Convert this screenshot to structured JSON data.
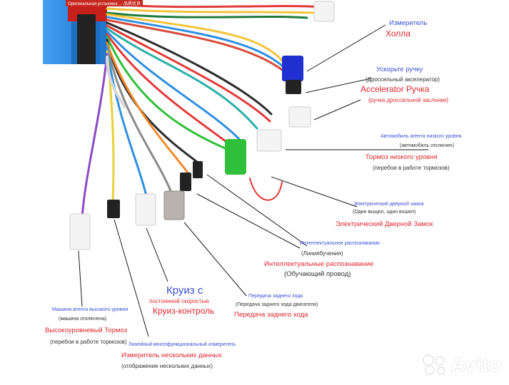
{
  "banner": "Оригинальная установка ... 品质优良",
  "labels": {
    "hall_small": "Измеритель",
    "hall_big": "Холла",
    "throttle_ru": "Ускорьте ручку",
    "throttle_paren": "(Дроссельный акселератор)",
    "throttle_big": "Accelerator Ручка",
    "throttle_sub": "(ручка дроссельной заслонки)",
    "lowbrake_tiny": "Автомобиль агента низкого уровня",
    "lowbrake_paren": "(автомобиль отключен)",
    "lowbrake_main": "Тормоз низкого уровня",
    "lowbrake_sub": "(перебои в работе тормозов)",
    "door_tiny": "Электрический дверной замок",
    "door_paren_open": "(",
    "door_paren": "Один выщел, один вошел)",
    "door_main": "Электрический Дверной Замок",
    "learn_tiny": "Интеллектуальное распознавание",
    "learn_paren_open": "(",
    "learn_paren_a": "Линия",
    "learn_paren_b": "бучения)",
    "learn_main": "Интеллектуальные распознавание",
    "learn_sub": "(Обучающий провод)",
    "reverse_tiny": "Передача заднего хода",
    "reverse_paren": "(Передача заднего хода двигателя)",
    "reverse_main": "Передача заднего хода",
    "cruise_big": "Круиз с",
    "cruise_mid": "постоянной скоростью",
    "cruise_main": "Круиз-контроль",
    "highbrake_tiny": "Машина агента высокого уровня",
    "highbrake_paren": "(машина отключена)",
    "highbrake_main": "Высокоуровневый Тормоз",
    "highbrake_sub": "(перебои в работе тормозов)",
    "multi_tiny": "Линейный многофункциональный измеритель",
    "multi_main": "Измеритель нескольких данных",
    "multi_sub": "(отображение нескольких данных)"
  },
  "watermark": "Avito",
  "colors": {
    "controller_blue": "#2a8ee6",
    "label_blue": "#3a4fd6",
    "label_red": "#e0262e",
    "connector_green": "#2fbf3a",
    "connector_blue": "#1f2fd0"
  }
}
